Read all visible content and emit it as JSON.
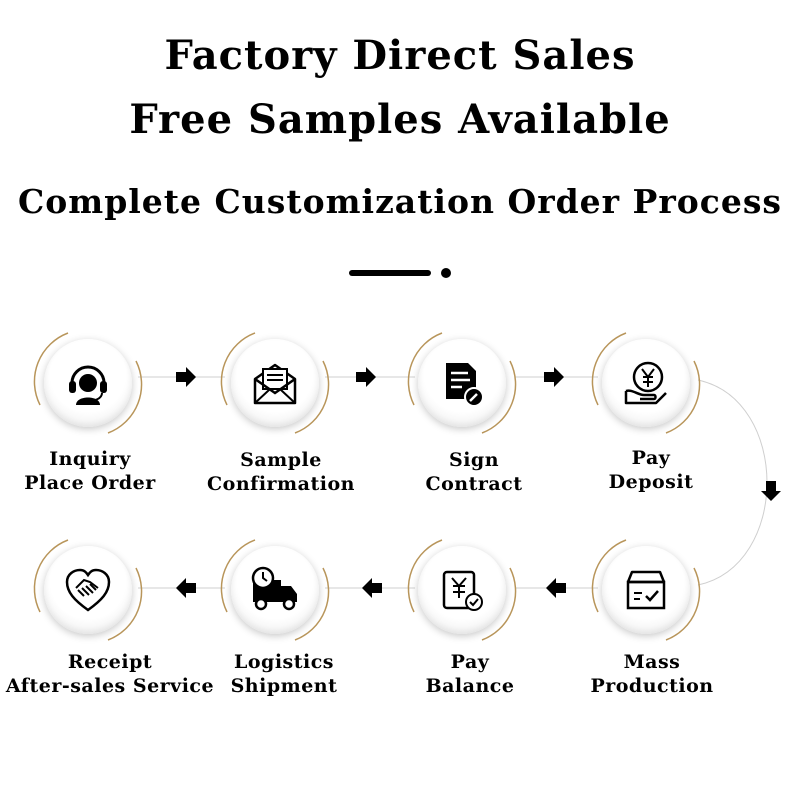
{
  "header": {
    "headline_1": "Factory Direct Sales",
    "headline_2": "Free Samples Available",
    "subtitle": "Complete Customization Order Process"
  },
  "colors": {
    "accent_gold": "#b8955a",
    "text": "#000000",
    "connector_line": "#cfcfcf"
  },
  "process_steps": [
    {
      "lines": [
        "Inquiry",
        "Place Order"
      ],
      "icon": "headset-support-icon"
    },
    {
      "lines": [
        "Sample",
        "Confirmation"
      ],
      "icon": "envelope-letter-icon"
    },
    {
      "lines": [
        "Sign",
        "Contract"
      ],
      "icon": "contract-document-pen-icon"
    },
    {
      "lines": [
        "Pay",
        "Deposit"
      ],
      "icon": "yen-coin-hand-icon"
    },
    {
      "lines": [
        "Mass",
        "Production"
      ],
      "icon": "box-checklist-icon"
    },
    {
      "lines": [
        "Pay",
        "Balance"
      ],
      "icon": "yen-receipt-check-icon"
    },
    {
      "lines": [
        "Logistics",
        "Shipment"
      ],
      "icon": "delivery-truck-clock-icon"
    },
    {
      "lines": [
        "Receipt",
        "After-sales Service"
      ],
      "icon": "handshake-heart-icon"
    }
  ]
}
